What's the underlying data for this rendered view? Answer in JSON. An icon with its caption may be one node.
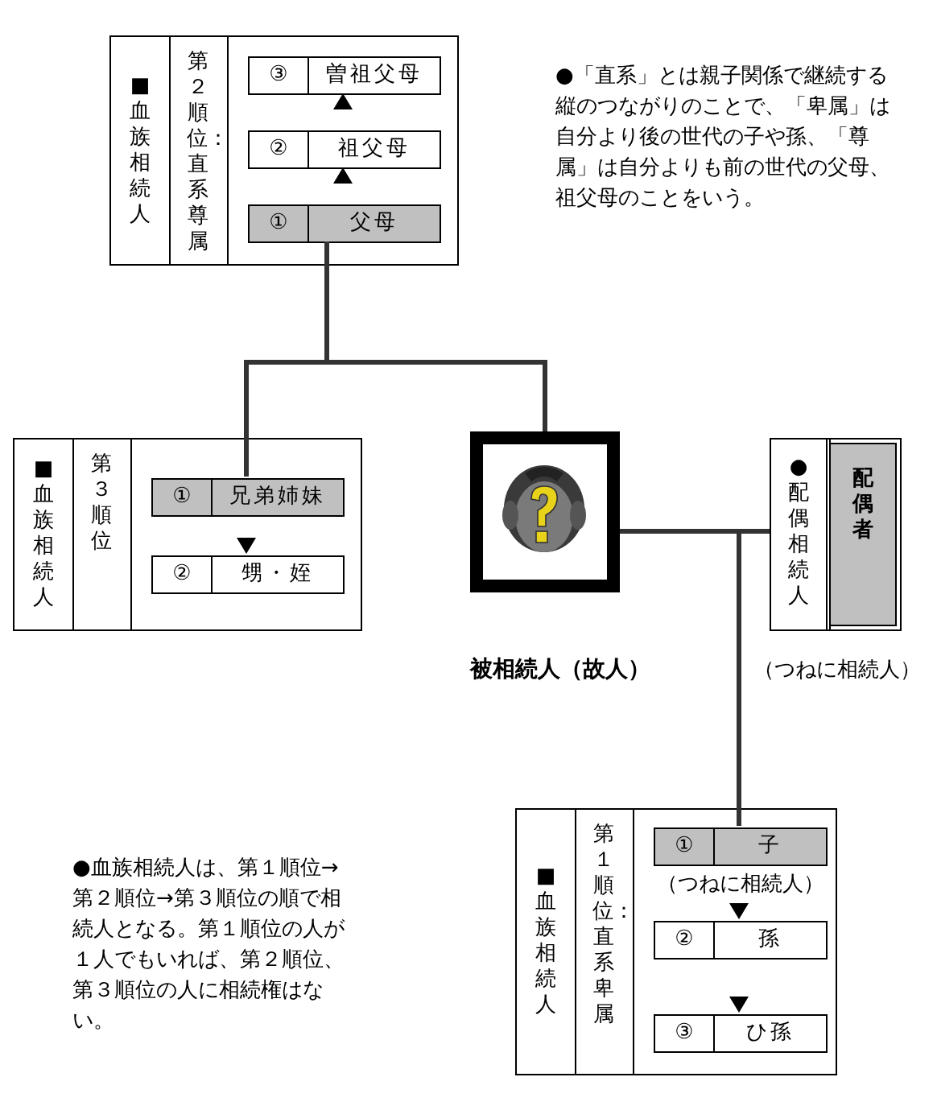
{
  "diagram": {
    "nodes": [
      {
        "text": [
          "■血族相続人",
          "第２順位：直系尊属"
        ]
      },
      {
        "text": [
          "③",
          "曽祖父母"
        ],
        "in": 0
      },
      {
        "text": [
          "②",
          "祖父母"
        ],
        "in": 0
      },
      {
        "text": [
          "①",
          "父母"
        ],
        "in": 0
      },
      {
        "text": [
          "■血族相続人",
          "第３順位"
        ]
      },
      {
        "text": [
          "①",
          "兄弟姉妹"
        ],
        "in": 4
      },
      {
        "text": [
          "②",
          "甥・姪"
        ],
        "in": 4
      },
      {
        "text": [
          "被相続人（故人）"
        ]
      },
      {
        "text": [
          "●配偶相続人"
        ],
        "beside": [
          "（つねに相続人）"
        ]
      },
      {
        "text": [
          "配偶者"
        ],
        "in": 8
      },
      {
        "text": [
          "■血族相続人",
          "第１順位：直系卑属"
        ]
      },
      {
        "text": [
          "①",
          "子"
        ],
        "in": 10,
        "beside": [
          "（つねに相続人）"
        ]
      },
      {
        "text": [
          "②",
          "孫"
        ],
        "in": 10
      },
      {
        "text": [
          "③",
          "ひ孫"
        ],
        "in": 10
      }
    ],
    "edges": [
      {
        "from": 3,
        "to": 2,
        "arrow": "to"
      },
      {
        "from": 2,
        "to": 1,
        "arrow": "to"
      },
      {
        "from": 5,
        "to": 6,
        "arrow": "to"
      },
      {
        "from": 11,
        "to": 12,
        "arrow": "to"
      },
      {
        "from": 12,
        "to": 13,
        "arrow": "to"
      },
      {
        "from": 3,
        "to": 5,
        "arrow": "none"
      },
      {
        "from": 3,
        "to": 7,
        "arrow": "none"
      },
      {
        "from": 7,
        "to": 8,
        "arrow": "none"
      },
      {
        "from": 7,
        "to": 11,
        "arrow": "none"
      }
    ],
    "labels": [
      "●「直系」とは親子関係で継続する縦のつながりのことで、「卑属」は自分より後の世代の子や孫、「尊属」は自分よりも前の世代の父母、祖父母のことをいう。",
      "●血族相続人は、第１順位→第２順位→第３順位の順で相続人となる。第１順位の人が１人でもいれば、第２順位、第３順位の人に相続権はない。"
    ]
  }
}
